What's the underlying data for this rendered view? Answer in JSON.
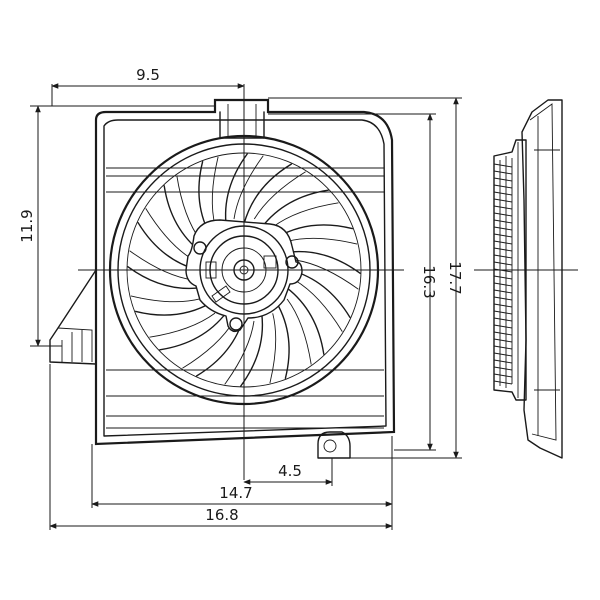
{
  "drawing": {
    "dimensions": {
      "top_width": "9.5",
      "left_height": "11.9",
      "inner_height": "16.3",
      "outer_height": "17.7",
      "offset_width": "4.5",
      "mid_width": "14.7",
      "overall_width": "16.8"
    },
    "fan_blade_count": 16
  }
}
